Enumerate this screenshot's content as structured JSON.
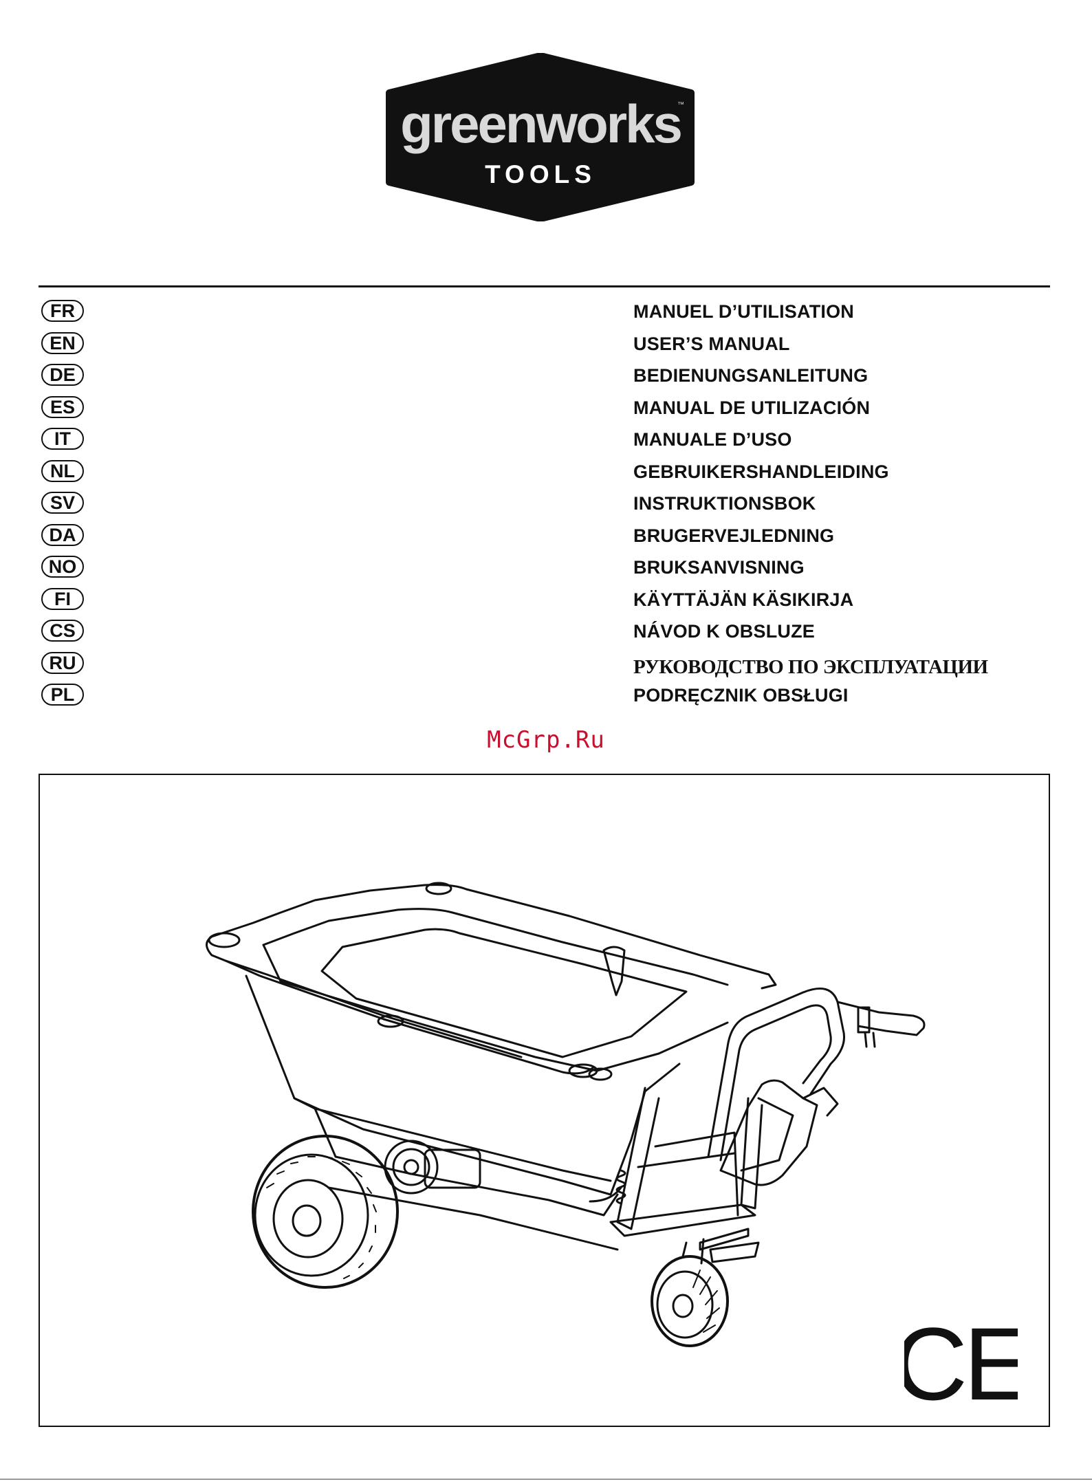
{
  "brand": {
    "name": "greenworks",
    "tagline": "TOOLS",
    "trademark": "™"
  },
  "languages": [
    {
      "code": "FR",
      "title": "MANUEL D’UTILISATION"
    },
    {
      "code": "EN",
      "title": "USER’S MANUAL"
    },
    {
      "code": "DE",
      "title": "BEDIENUNGSANLEITUNG"
    },
    {
      "code": "ES",
      "title": "MANUAL DE UTILIZACIÓN"
    },
    {
      "code": "IT",
      "title": "MANUALE D’USO"
    },
    {
      "code": "NL",
      "title": "GEBRUIKERSHANDLEIDING"
    },
    {
      "code": "SV",
      "title": "INSTRUKTIONSBOK"
    },
    {
      "code": "DA",
      "title": "BRUGERVEJLEDNING"
    },
    {
      "code": "NO",
      "title": "BRUKSANVISNING"
    },
    {
      "code": "FI",
      "title": "KÄYTTÄJÄN KÄSIKIRJA"
    },
    {
      "code": "CS",
      "title": "NÁVOD K OBSLUZE"
    },
    {
      "code": "RU",
      "title": "РУКОВОДСТВО ПО ЭКСПЛУАТАЦИИ"
    },
    {
      "code": "PL",
      "title": "PODRĘCZNIK OBSŁUGI"
    }
  ],
  "watermark": "McGrp.Ru",
  "mark": "CE"
}
